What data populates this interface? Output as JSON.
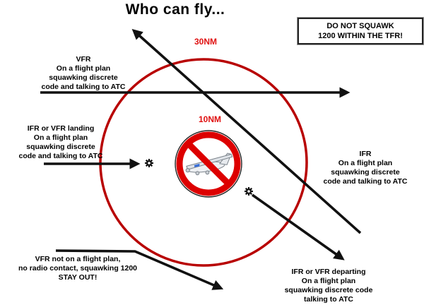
{
  "title": "Who can fly...",
  "warning": {
    "line1": "DO NOT SQUAWK",
    "line2": "1200 WITHIN THE TFR!"
  },
  "rings": {
    "outer_label": "30NM",
    "inner_label": "10NM"
  },
  "annotations": {
    "vfr_through": {
      "lines": [
        "VFR",
        "On a flight plan",
        "squawking discrete",
        "code and talking to ATC"
      ]
    },
    "ifr_vfr_landing": {
      "lines": [
        "IFR or VFR landing",
        "On a flight plan",
        "squawking discrete",
        "code and talking to ATC"
      ]
    },
    "ifr_through": {
      "lines": [
        "IFR",
        "On a flight plan",
        "squawking discrete",
        "code and talking to ATC"
      ]
    },
    "vfr_stay_out": {
      "lines": [
        "VFR not on a flight plan,",
        "no radio contact, squawking 1200",
        "STAY OUT!"
      ]
    },
    "ifr_vfr_departing": {
      "lines": [
        "IFR or VFR departing",
        "On a flight plan",
        "squawking discrete code",
        "talking to ATC"
      ]
    }
  },
  "icons": {
    "center_symbol": "no-fly-prohibition-sign-with-airplane",
    "waypoint_symbol": "gear-icon"
  },
  "colors": {
    "outer_ring": "#b80000",
    "prohibition": "#dd0000",
    "label_red": "#e01010",
    "arrow": "#111111"
  }
}
